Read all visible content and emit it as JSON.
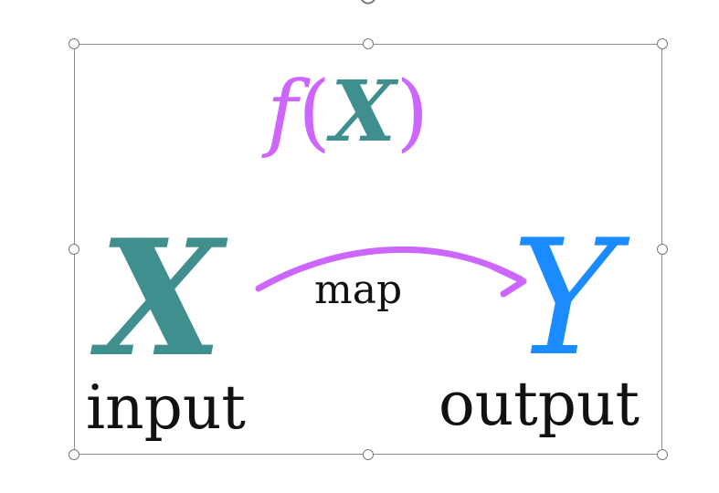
{
  "formula": {
    "function_name": "f",
    "open_paren": "(",
    "argument": "X",
    "close_paren": ")"
  },
  "input_symbol": "X",
  "output_symbol": "Y",
  "input_label": "input",
  "output_label": "output",
  "map_label": "map",
  "colors": {
    "function_purple": "#cc66ff",
    "input_teal": "#3f8f8f",
    "output_blue": "#1a8cff",
    "arrow_purple": "#cc66ff",
    "text_black": "#111111"
  }
}
